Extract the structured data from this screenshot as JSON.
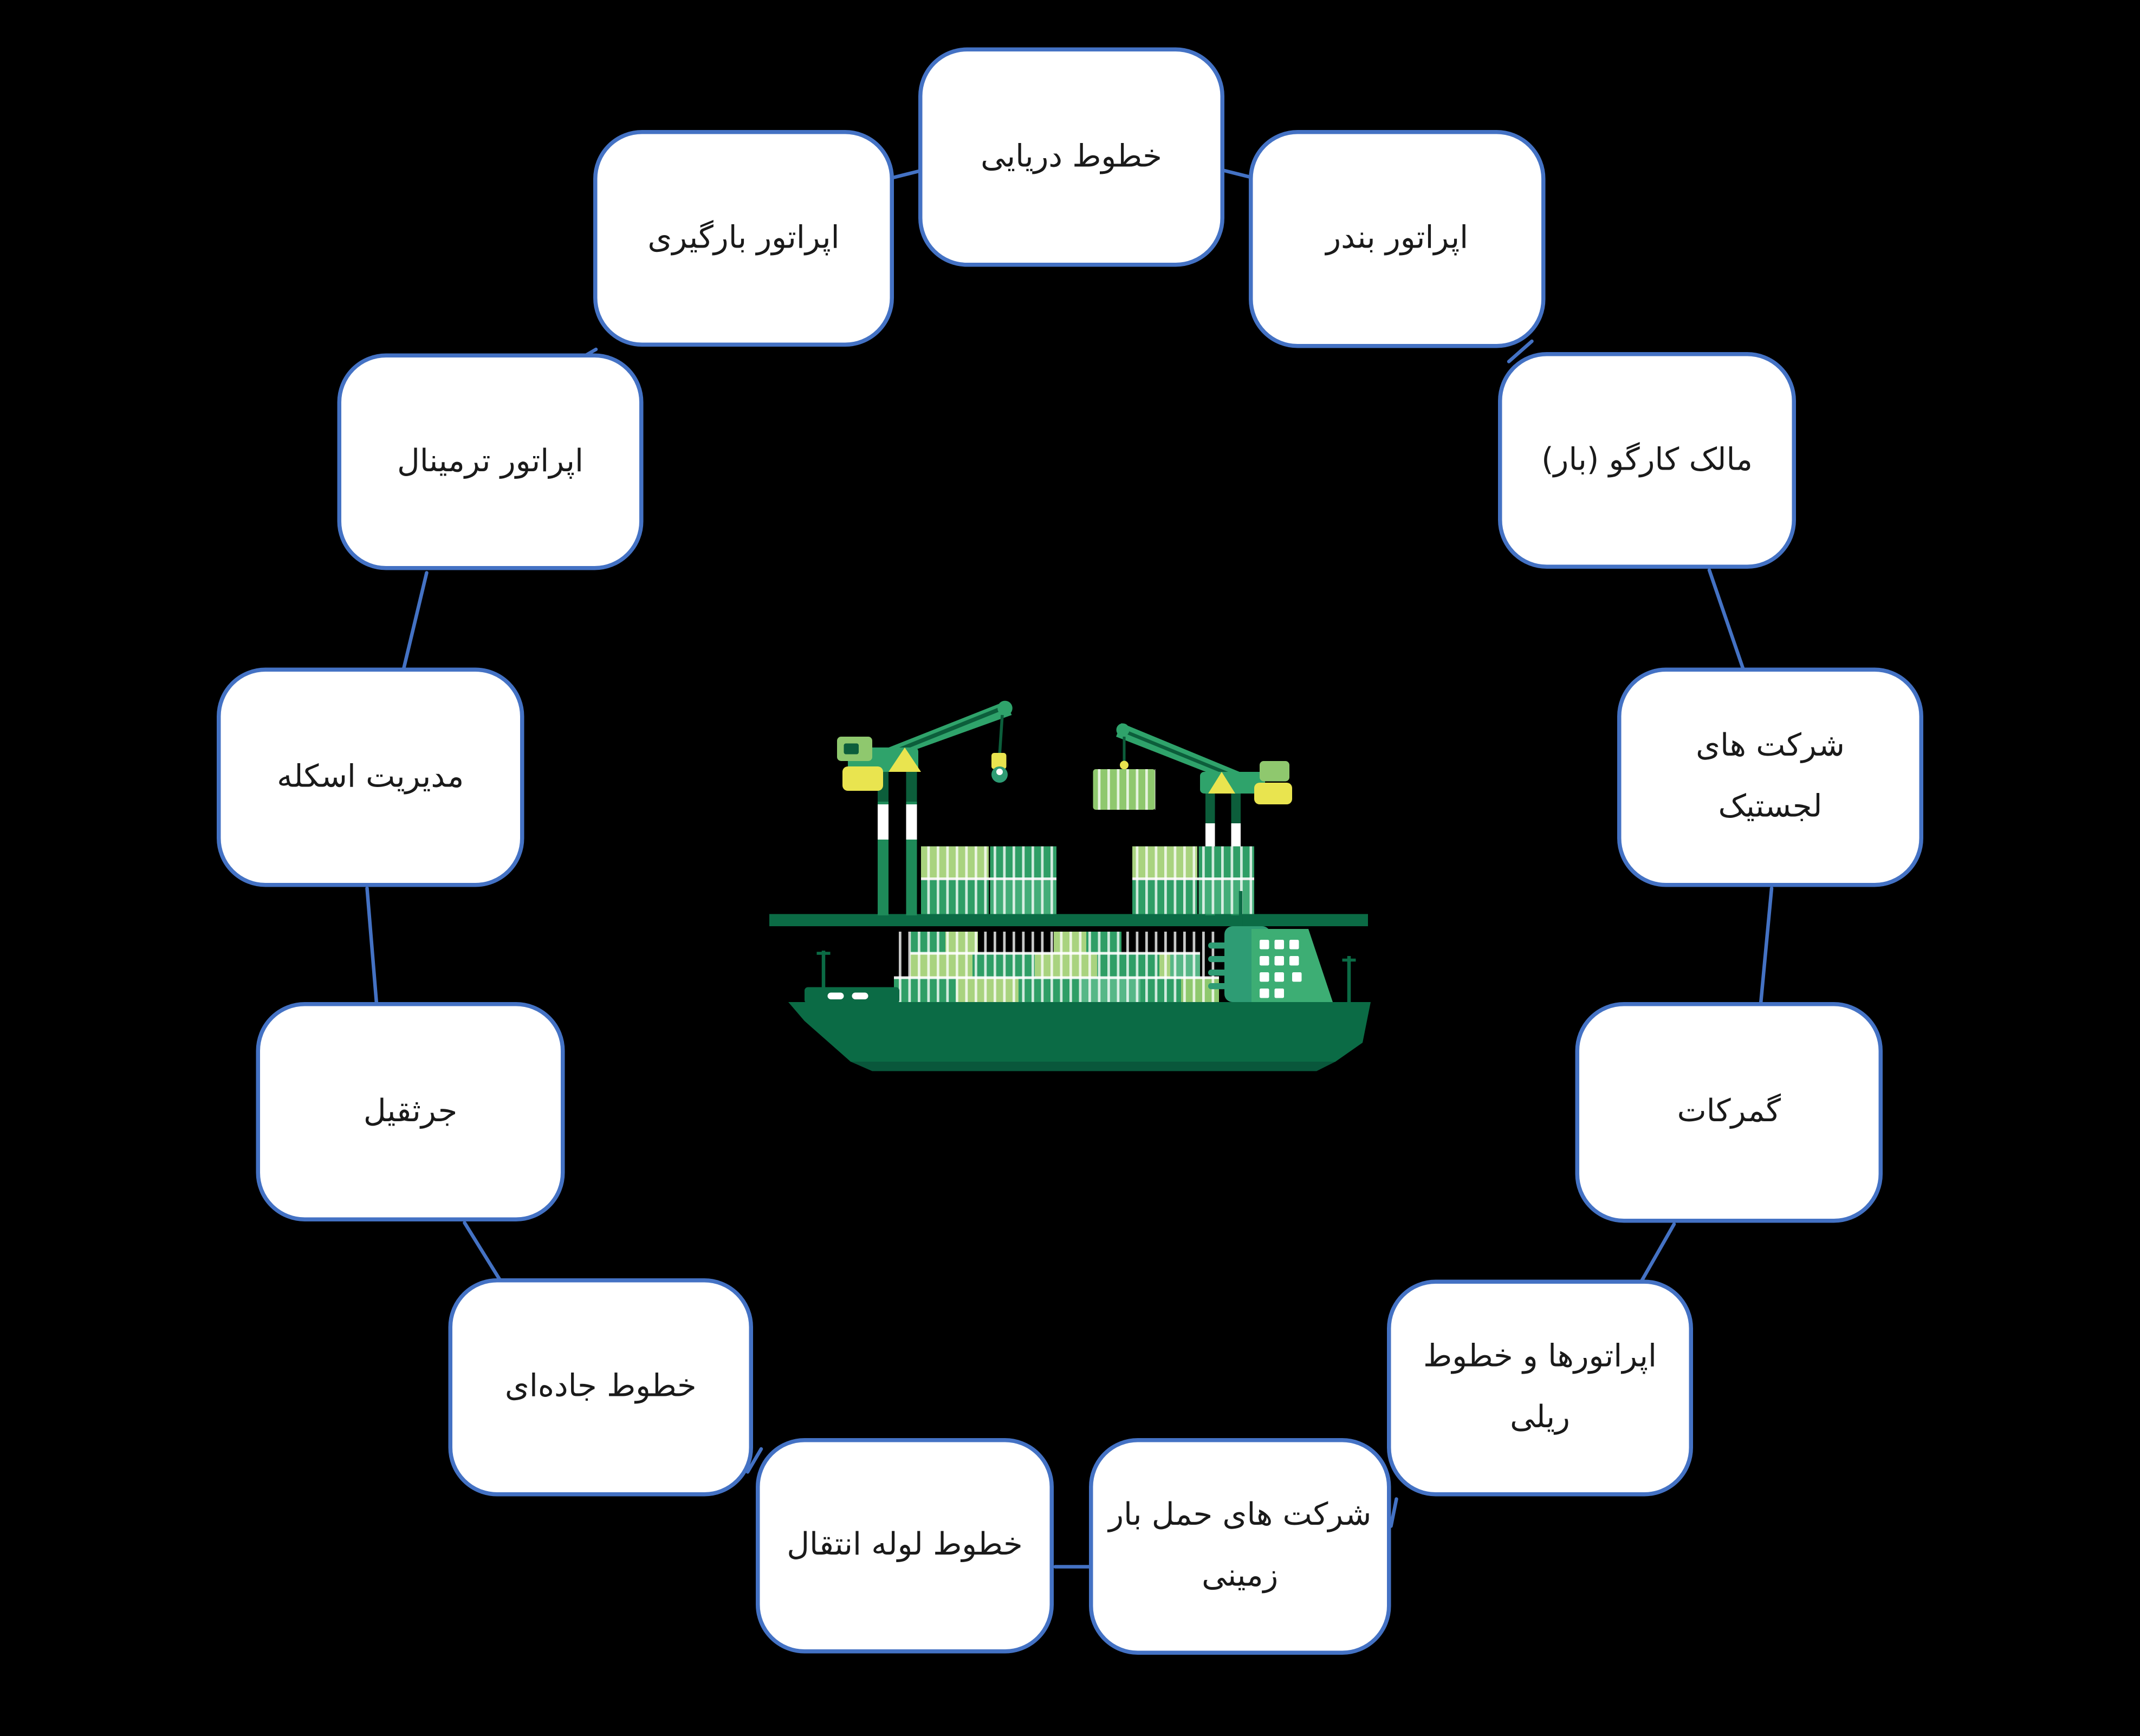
{
  "diagram": {
    "background_color": "#000000",
    "node_border_color": "#4472C4",
    "node_fill_color": "#FFFFFF",
    "node_text_color": "#1A1A1A",
    "connector_color": "#4472C4",
    "nodes": [
      {
        "id": "sea-lines",
        "label": "خطوط دریایی"
      },
      {
        "id": "port-operator",
        "label": "اپراتور بندر"
      },
      {
        "id": "cargo-owner",
        "label": "مالک کارگو (بار)"
      },
      {
        "id": "logistics-companies",
        "label": "شرکت های\nلجستیک"
      },
      {
        "id": "customs",
        "label": "گمرکات"
      },
      {
        "id": "rail-operators-and-lines",
        "label": "اپراتورها و خطوط\nریلی"
      },
      {
        "id": "ground-freight-companies",
        "label": "شرکت های حمل بار\nزمینی"
      },
      {
        "id": "transfer-pipelines",
        "label": "خطوط لوله انتقال"
      },
      {
        "id": "road-lines",
        "label": "خطوط جاده‌ای"
      },
      {
        "id": "crane",
        "label": "جرثقیل"
      },
      {
        "id": "dock-management",
        "label": "مدیریت اسکله"
      },
      {
        "id": "terminal-operator",
        "label": "اپراتور ترمینال"
      },
      {
        "id": "loading-operator",
        "label": "اپراتور بارگیری"
      }
    ],
    "illustration": {
      "name": "container-port-with-cranes-and-ship",
      "palette": {
        "dark_green": "#0B6B45",
        "green": "#2FA36B",
        "container_green": "#2F9E66",
        "light_green": "#A9D37F",
        "pale_green": "#8FC86E",
        "yellow": "#E9E44F",
        "white": "#FFFFFF"
      }
    }
  }
}
